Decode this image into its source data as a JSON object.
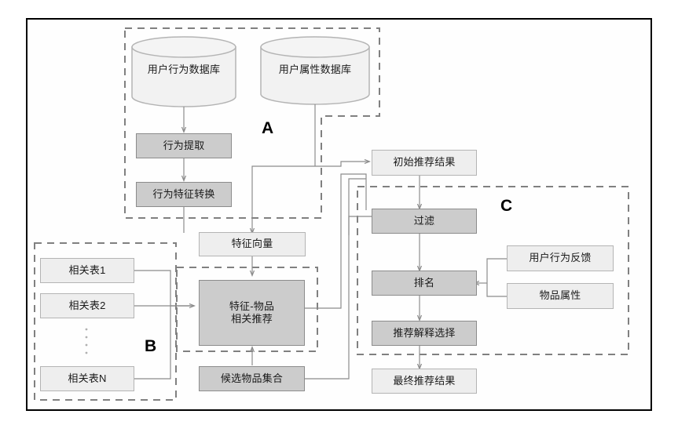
{
  "diagram": {
    "title": "",
    "frame": {
      "border_color": "#000000"
    },
    "colors": {
      "box_light_fill": "#eeeeee",
      "box_light_stroke": "#b4b4b4",
      "box_dark_fill": "#cccccc",
      "box_dark_stroke": "#8c8c8c",
      "cylinder_fill": "#f2f2f2",
      "cylinder_stroke": "#b4b4b4",
      "dashed_stroke": "#808080",
      "connector_stroke": "#8c8c8c",
      "label_color": "#000000"
    },
    "group_labels": [
      {
        "id": "group-a",
        "text": "A"
      },
      {
        "id": "group-b",
        "text": "B"
      },
      {
        "id": "group-c",
        "text": "C"
      }
    ],
    "cylinders": [
      {
        "id": "user-behavior-database",
        "label": "用户行为数据库"
      },
      {
        "id": "user-attribute-database",
        "label": "用户属性数据库"
      }
    ],
    "nodes": [
      {
        "id": "behavior-extraction",
        "label": "行为提取",
        "style": "dark"
      },
      {
        "id": "behavior-feature-transform",
        "label": "行为特征转换",
        "style": "dark"
      },
      {
        "id": "feature-vector",
        "label": "特征向量",
        "style": "light"
      },
      {
        "id": "related-table-1",
        "label": "相关表1",
        "style": "light"
      },
      {
        "id": "related-table-2",
        "label": "相关表2",
        "style": "light"
      },
      {
        "id": "related-table-n",
        "label": "相关表N",
        "style": "light"
      },
      {
        "id": "feature-item-related-recommendation",
        "label": "特征-物品\n相关推荐",
        "style": "dark"
      },
      {
        "id": "candidate-item-set",
        "label": "候选物品集合",
        "style": "dark"
      },
      {
        "id": "initial-recommendation-result",
        "label": "初始推荐结果",
        "style": "light"
      },
      {
        "id": "filter",
        "label": "过滤",
        "style": "dark"
      },
      {
        "id": "ranking",
        "label": "排名",
        "style": "dark"
      },
      {
        "id": "recommendation-explanation-selection",
        "label": "推荐解释选择",
        "style": "dark"
      },
      {
        "id": "final-recommendation-result",
        "label": "最终推荐结果",
        "style": "light"
      },
      {
        "id": "user-behavior-feedback",
        "label": "用户行为反馈",
        "style": "light"
      },
      {
        "id": "item-attribute",
        "label": "物品属性",
        "style": "light"
      }
    ],
    "ellipsis": {
      "id": "vertical-ellipsis",
      "glyph": "⋮"
    }
  }
}
